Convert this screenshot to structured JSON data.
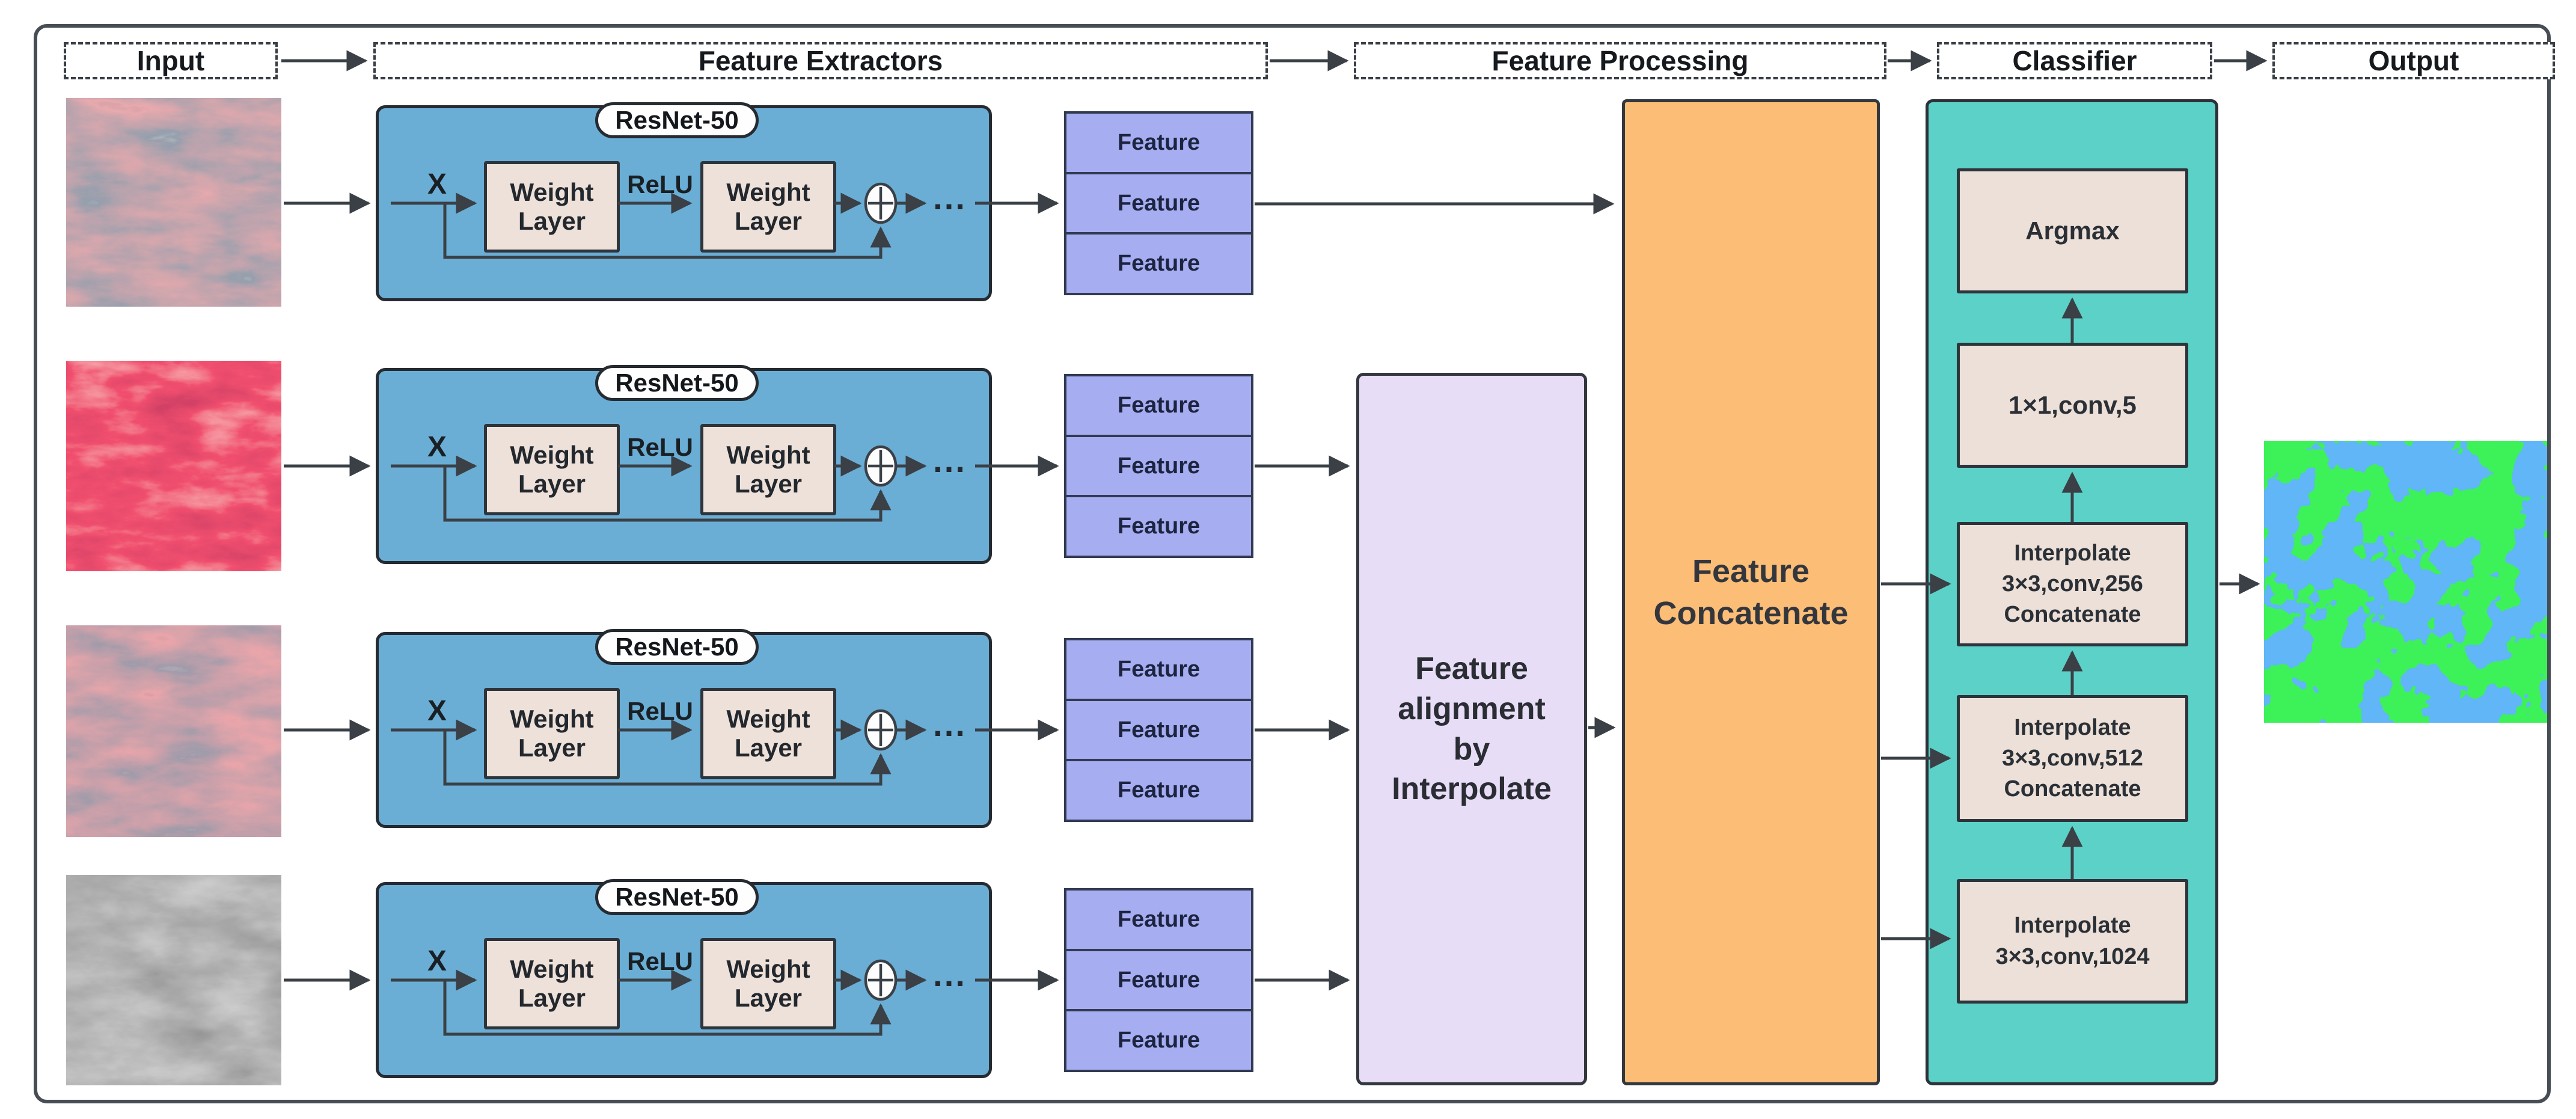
{
  "headers": {
    "input": "Input",
    "feature_extractors": "Feature Extractors",
    "feature_processing": "Feature Processing",
    "classifier": "Classifier",
    "output": "Output"
  },
  "resnet": {
    "title": "ResNet-50",
    "input_symbol": "X",
    "weight_layer": "Weight\nLayer",
    "relu": "ReLU",
    "dots": "..."
  },
  "feature_box_label": "Feature",
  "alignment_box_label": "Feature\nalignment\nby\nInterpolate",
  "concatenate_box_label": "Feature\nConcatenate",
  "classifier_blocks": {
    "argmax": "Argmax",
    "conv1x1": "1×1,conv,5",
    "interp256": "Interpolate\n3×3,conv,256\nConcatenate",
    "interp512": "Interpolate\n3×3,conv,512\nConcatenate",
    "interp1024": "Interpolate\n3×3,conv,1024"
  },
  "palette": {
    "resnet_block": "#6aaed6",
    "weight_box": "#eee1d9",
    "feature_box": "#a6adf1",
    "alignment_box": "#e8ddf6",
    "concatenate_box": "#fcbd77",
    "classifier_box": "#5cd1c8",
    "classifier_inner_box": "#ece0d8",
    "arrow": "#3a4046",
    "border": "#2e343b",
    "map_green": "#0de018",
    "map_blue": "#1e78ee",
    "map_gray": "#9f9f9f",
    "map_cream": "#f2f2c0"
  }
}
